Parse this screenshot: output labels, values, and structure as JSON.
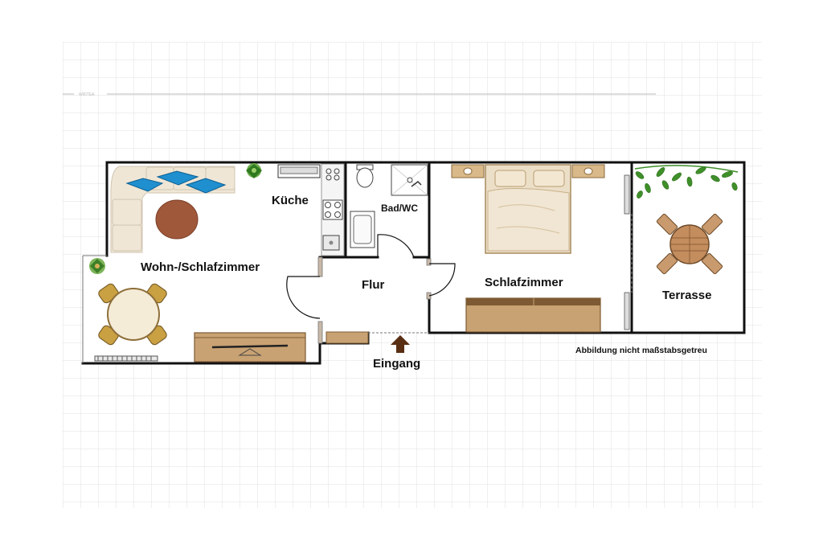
{
  "floorplan": {
    "rooms": {
      "living": "Wohn-/Schlafzimmer",
      "kitchen": "Küche",
      "bath": "Bad/WC",
      "hall": "Flur",
      "bedroom": "Schlafzimmer",
      "terrace": "Terrasse"
    },
    "entrance": "Eingang",
    "note": "Abbildung nicht maßstabsgetreu",
    "ruler_label": "WRITEA"
  },
  "colors": {
    "wall": "#111111",
    "grid": "#e2e2e2",
    "wood": "#c9a273",
    "wood_dark": "#7d5a33",
    "cushion": "#1f8fcf",
    "rug": "#a0583a",
    "sofa": "#efe6d6",
    "plant": "#3f8f2a",
    "arrow": "#5a2e12"
  }
}
